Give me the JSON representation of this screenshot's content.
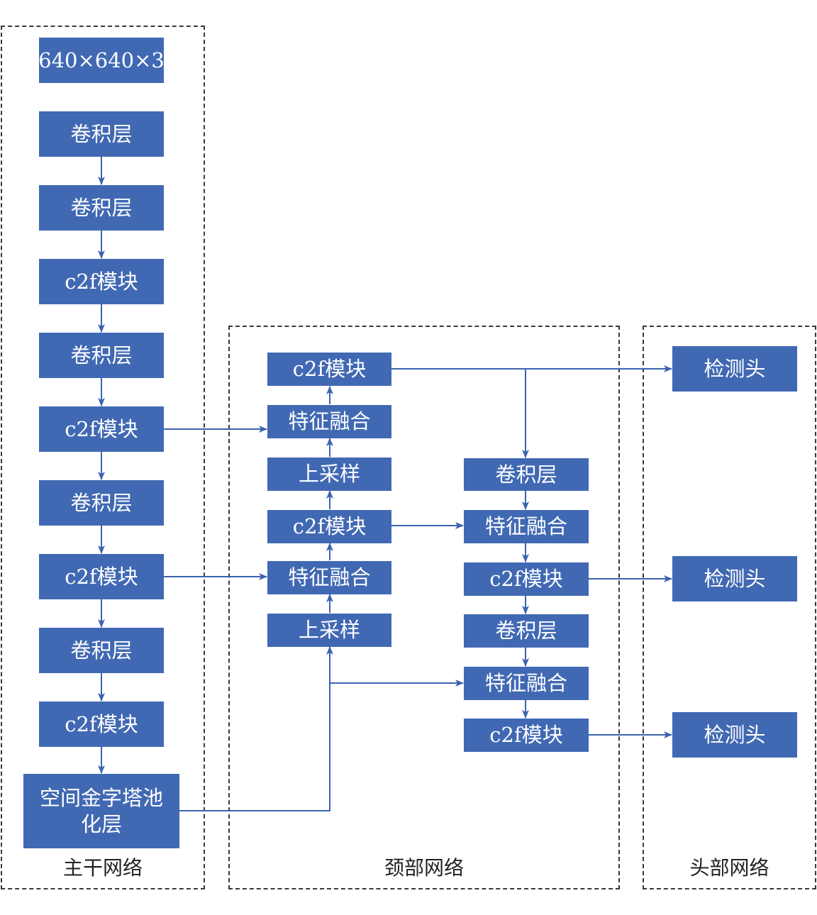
{
  "groups": {
    "backbone": "主干网络",
    "neck": "颈部网络",
    "head": "头部网络"
  },
  "backbone": {
    "input": "640×640×3",
    "conv_1": "卷积层",
    "conv_2": "卷积层",
    "c2f_1": "c2f模块",
    "conv_3": "卷积层",
    "c2f_2": "c2f模块",
    "conv_4": "卷积层",
    "c2f_3": "c2f模块",
    "conv_5": "卷积层",
    "c2f_4": "c2f模块",
    "sppf": "空间金字塔池\n化层"
  },
  "neck": {
    "left_c2f_top": "c2f模块",
    "left_fusion_top": "特征融合",
    "left_upsample_top": "上采样",
    "left_c2f_mid": "c2f模块",
    "left_fusion_bottom": "特征融合",
    "left_upsample_bottom": "上采样",
    "right_conv_top": "卷积层",
    "right_fusion_top": "特征融合",
    "right_c2f_mid": "c2f模块",
    "right_conv_bottom": "卷积层",
    "right_fusion_bottom": "特征融合",
    "right_c2f_bottom": "c2f模块"
  },
  "head": {
    "detect_1": "检测头",
    "detect_2": "检测头",
    "detect_3": "检测头"
  },
  "colors": {
    "node_fill": "#4169b3",
    "edge": "#3b63b0",
    "group_border": "#3a3a3a"
  }
}
